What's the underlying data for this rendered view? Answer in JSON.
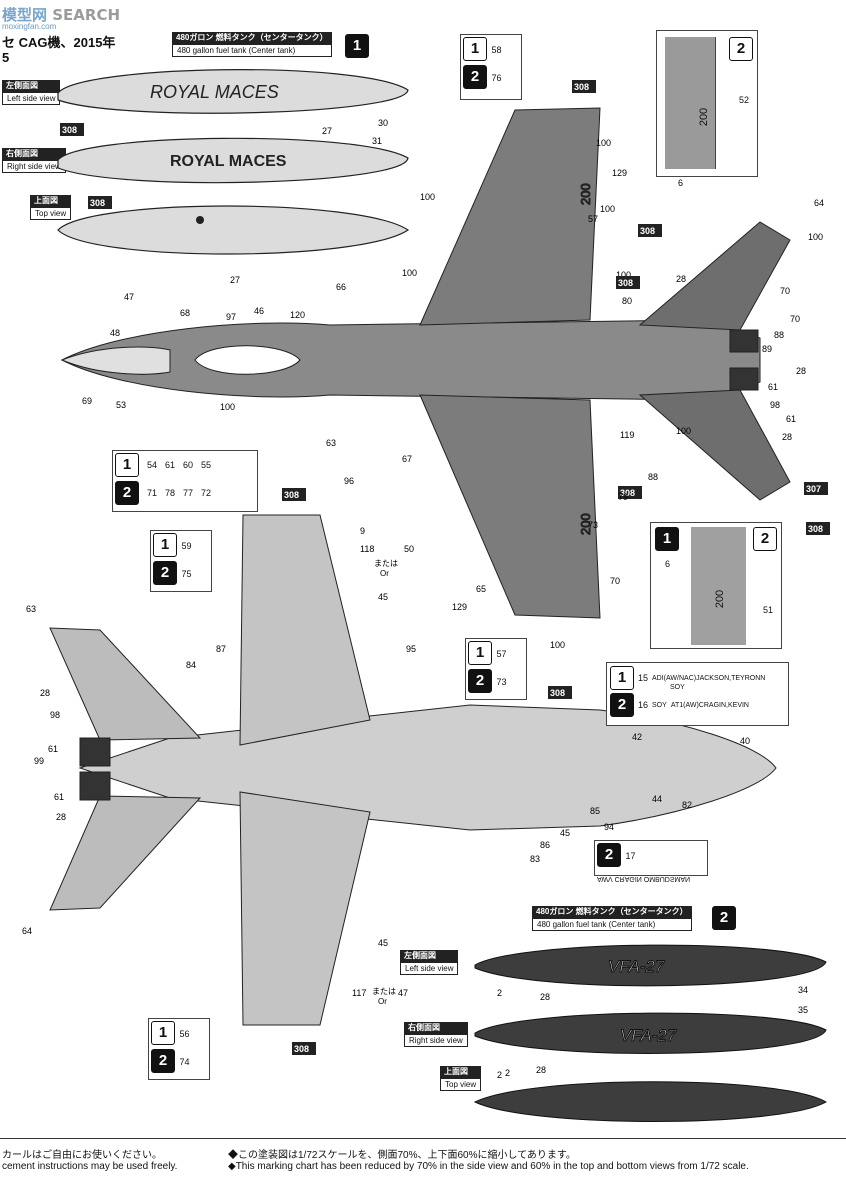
{
  "watermark": {
    "brand": "模型网",
    "search": "SEARCH",
    "url": "moxingfan.com"
  },
  "header": {
    "title_fragment": "セ CAG機、2015年",
    "page_number": "5"
  },
  "tank1": {
    "badge_number": "1",
    "label_jp": "480ガロン 燃料タンク（センタータンク）",
    "label_en": "480 gallon fuel tank (Center tank)",
    "left_view_jp": "左側面図",
    "left_view_en": "Left side view",
    "right_view_jp": "右側面図",
    "right_view_en": "Right side view",
    "top_view_jp": "上面図",
    "top_view_en": "Top view",
    "marking_text": "ROYAL MACES",
    "callouts": [
      "308",
      "308",
      "308",
      "30",
      "27",
      "31",
      "27"
    ]
  },
  "tank2": {
    "badge_number": "2",
    "label_jp": "480ガロン 燃料タンク（センタータンク）",
    "label_en": "480 gallon fuel tank (Center tank)",
    "left_view_jp": "左側面図",
    "left_view_en": "Left side view",
    "right_view_jp": "右側面図",
    "right_view_en": "Right side view",
    "top_view_jp": "上面図",
    "top_view_en": "Top view",
    "marking_text": "VFA-27",
    "callouts": [
      "2",
      "28",
      "34",
      "2",
      "35",
      "28",
      "2"
    ]
  },
  "top_view_callouts": [
    "58",
    "76",
    "308",
    "6",
    "129",
    "100",
    "100",
    "100",
    "100",
    "308",
    "308",
    "64",
    "100",
    "100",
    "66",
    "120",
    "68",
    "46",
    "97",
    "47",
    "48",
    "53",
    "69",
    "28",
    "308",
    "80",
    "70",
    "70",
    "88",
    "89",
    "28",
    "61",
    "98",
    "61",
    "28",
    "100",
    "88",
    "79",
    "307",
    "308",
    "100",
    "63",
    "96",
    "67",
    "119",
    "65",
    "70",
    "129",
    "100",
    "9",
    "308",
    "57",
    "73",
    "200",
    "200"
  ],
  "bottom_view_callouts": [
    "308",
    "9",
    "118",
    "50",
    "45",
    "63",
    "87",
    "84",
    "95",
    "28",
    "98",
    "61",
    "99",
    "61",
    "28",
    "64",
    "45",
    "117",
    "47",
    "308",
    "56",
    "74",
    "308",
    "40",
    "42",
    "44",
    "82",
    "85",
    "45",
    "94",
    "86",
    "83",
    "17"
  ],
  "or_labels": {
    "jp": "または",
    "en": "Or"
  },
  "variant_tables": {
    "cockpit": {
      "row1": [
        "54",
        "61",
        "60",
        "55"
      ],
      "row2": [
        "71",
        "78",
        "77",
        "72"
      ]
    },
    "tail_top": {
      "row1": [
        "58"
      ],
      "row2": [
        "76"
      ]
    },
    "wing_tip": {
      "row1": [
        "59"
      ],
      "row2": [
        "75"
      ]
    },
    "wing_bottom": {
      "row1": [
        "56"
      ],
      "row2": [
        "74"
      ]
    },
    "wing_lower": {
      "row1": [
        "57"
      ],
      "row2": [
        "73"
      ]
    }
  },
  "inset_tail": {
    "marker": "2",
    "callout": "52",
    "number": "200"
  },
  "inset_wing": {
    "marker1": "1",
    "marker2": "2",
    "callout_left": "6",
    "callout_right": "51",
    "number": "200"
  },
  "names": {
    "row1": {
      "marker": "1",
      "callout": "15",
      "line1": "ADI(AW/NAC)JACKSON,TEYRONN",
      "line2": "SOY"
    },
    "row2": {
      "marker": "2",
      "callout": "16",
      "line1": "SOY",
      "line2": "AT1(AW)CRAGIN,KEVIN"
    }
  },
  "mirror_tag": {
    "marker": "2",
    "callout": "17",
    "text": "AWV CRAGIN OMBUDSMAN"
  },
  "footer": {
    "left_jp": "カールはご自由にお使いください。",
    "left_en": "cement instructions may be used freely.",
    "right_jp": "◆この塗装図は1/72スケールを、側面70%、上下面60%に縮小してあります。",
    "right_en": "◆This marking chart has been reduced by 70% in the side view and 60% in the top and bottom views from 1/72 scale."
  },
  "colors": {
    "gray_dark": "#6b6b6b",
    "gray_mid": "#9a9a9a",
    "gray_light": "#d4d4d4",
    "tank2_fill": "#3d3d3d",
    "ink": "#111111"
  }
}
